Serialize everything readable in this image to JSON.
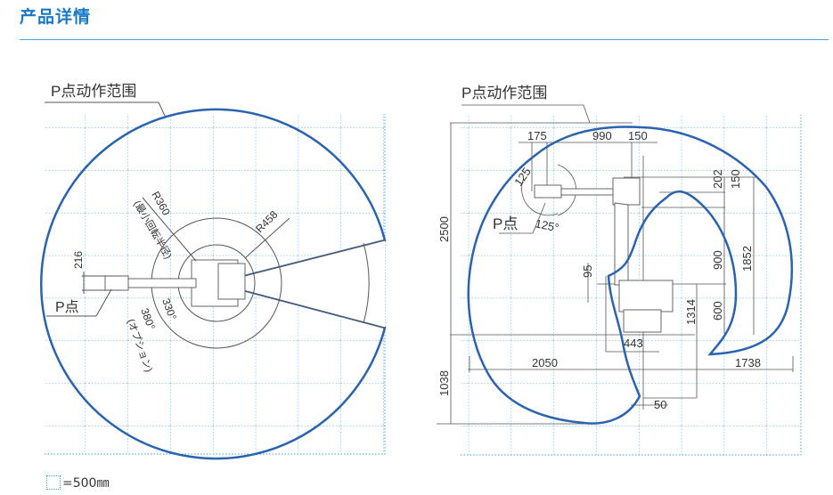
{
  "header": {
    "title": "产品详情"
  },
  "left_diagram": {
    "title": "P点动作范围",
    "p_point": "P点",
    "dim_216": "216",
    "r360": "R360",
    "r360_note": "(最小回転半径)",
    "r458": "R458",
    "angle_330": "330°",
    "angle_380": "380°",
    "angle_380_note": "(オプション)"
  },
  "right_diagram": {
    "title": "P点动作范围",
    "p_point": "P点",
    "dims": {
      "d175": "175",
      "d990": "990",
      "d150a": "150",
      "d202": "202",
      "d150b": "150",
      "d125": "125",
      "a125": "125°",
      "d95": "95",
      "d900": "900",
      "d1852": "1852",
      "d600": "600",
      "d1314": "1314",
      "d443": "443",
      "d2050": "2050",
      "d1738": "1738",
      "d50": "50",
      "d2500": "2500",
      "d1038": "1038"
    }
  },
  "legend": {
    "label": "=500㎜"
  },
  "colors": {
    "accent": "#1b78c9",
    "envelope": "#2a63b0",
    "grid": "#3aa7e8"
  }
}
